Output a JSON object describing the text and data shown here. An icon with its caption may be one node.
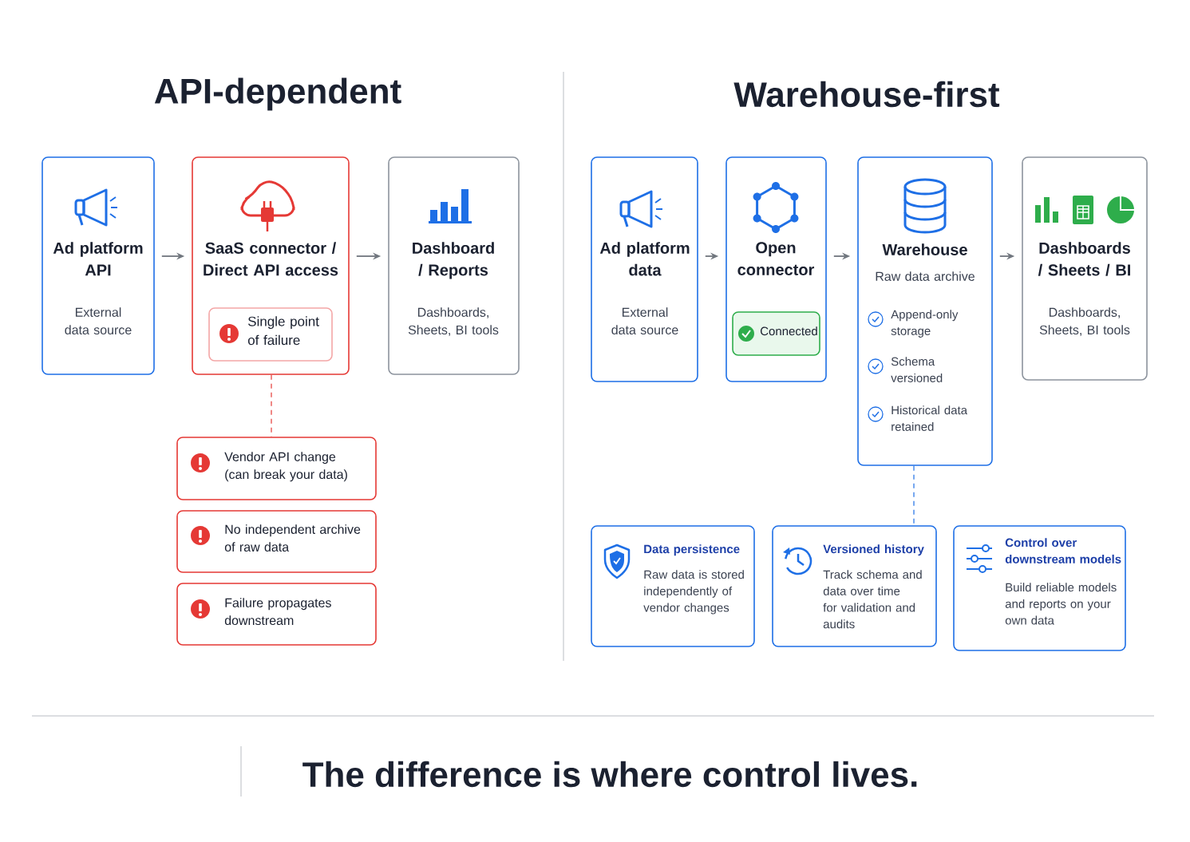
{
  "diagram": {
    "caption": "The difference is where control lives.",
    "nodes": [
      {
        "text": [
          "Ad platform API",
          "External data source"
        ]
      },
      {
        "text": [
          "SaaS connector / Direct API access"
        ]
      },
      {
        "text": [
          "Single point of failure"
        ],
        "in": 1
      },
      {
        "text": [
          "Dashboard / Reports",
          "Dashboards, Sheets, BI tools"
        ]
      },
      {
        "text": [
          "Vendor API change (can break your data)"
        ]
      },
      {
        "text": [
          "No independent archive of raw data"
        ]
      },
      {
        "text": [
          "Failure propagates downstream"
        ]
      },
      {
        "text": [
          "Ad platform data",
          "External data source"
        ]
      },
      {
        "text": [
          "Open connector"
        ]
      },
      {
        "text": [
          "Connected"
        ],
        "in": 8
      },
      {
        "text": [
          "Warehouse",
          "Raw data archive",
          "Append-only storage",
          "Schema versioned",
          "Historical data retained"
        ]
      },
      {
        "text": [
          "Dashboards / Sheets / BI",
          "Dashboards, Sheets, BI tools"
        ]
      },
      {
        "text": [
          "Data persistence",
          "Raw data is stored independently of vendor changes"
        ]
      },
      {
        "text": [
          "Versioned history",
          "Track schema and data over time for validation and audits"
        ]
      },
      {
        "text": [
          "Control over downstream models",
          "Build reliable models and reports on your own data"
        ]
      }
    ],
    "edges": [
      {
        "from": 0,
        "to": 1,
        "arrow": "to"
      },
      {
        "from": 1,
        "to": 3,
        "arrow": "to"
      },
      {
        "from": 7,
        "to": 8,
        "arrow": "to"
      },
      {
        "from": 8,
        "to": 10,
        "arrow": "to"
      },
      {
        "from": 10,
        "to": 11,
        "arrow": "to"
      },
      {
        "from": 1,
        "to": 4,
        "arrow": "none",
        "style": "dashed",
        "color": "#e53935"
      },
      {
        "from": 10,
        "to": 13,
        "arrow": "none",
        "style": "dashed",
        "color": "#1e6fe6"
      }
    ],
    "labels": [
      "API-dependent",
      "Warehouse-first"
    ]
  }
}
